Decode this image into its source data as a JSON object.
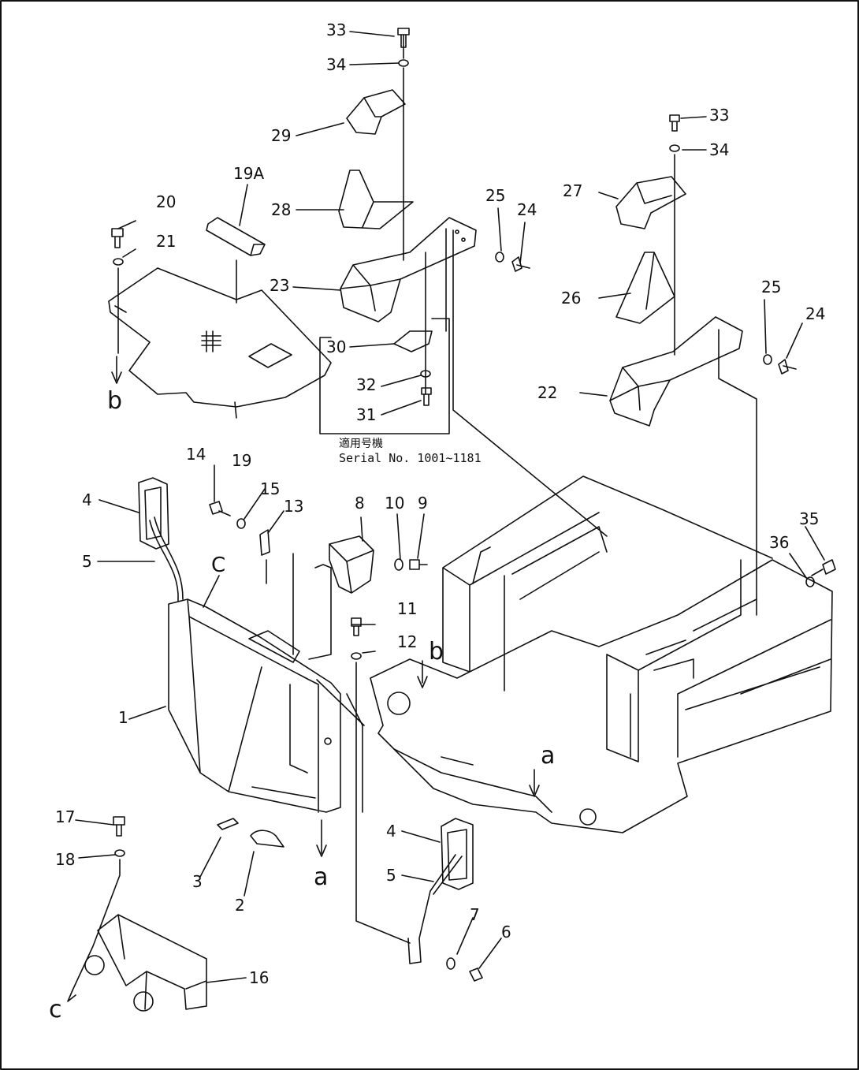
{
  "callouts": [
    "33",
    "34",
    "29",
    "28",
    "19A",
    "20",
    "21",
    "23",
    "30",
    "32",
    "31",
    "25",
    "24",
    "33",
    "34",
    "27",
    "26",
    "25",
    "24",
    "22",
    "19",
    "14",
    "15",
    "13",
    "8",
    "10",
    "9",
    "4",
    "5",
    "C",
    "35",
    "36",
    "11",
    "12",
    "1",
    "17",
    "18",
    "3",
    "2",
    "4",
    "5",
    "7",
    "6",
    "16"
  ],
  "view_marks": {
    "b": "b",
    "a": "a",
    "c": "c"
  },
  "serial_note": {
    "line1": "適用号機",
    "line2": "Serial No. 1001~1181"
  }
}
